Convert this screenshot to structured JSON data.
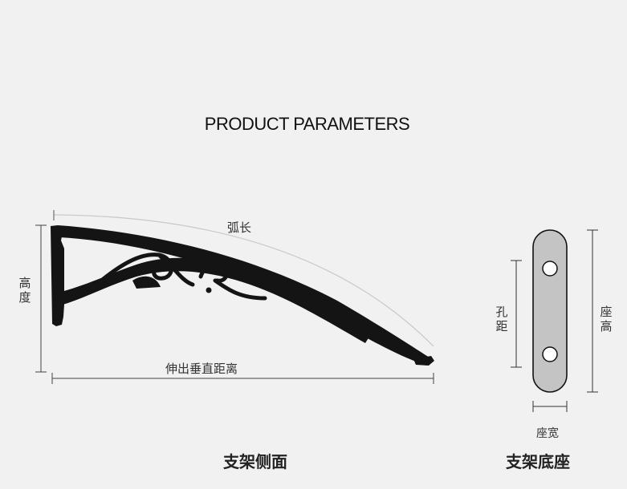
{
  "title": "PRODUCT PARAMETERS",
  "side_view": {
    "arc_length_label": "弧长",
    "height_label": "高度",
    "extension_label": "伸出垂直距离",
    "caption": "支架侧面"
  },
  "base_view": {
    "hole_spacing_label": "孔距",
    "base_height_label": "座高",
    "base_width_label": "座宽",
    "caption": "支架底座"
  },
  "colors": {
    "background": "#f1f1f1",
    "bracket": "#141414",
    "plate_fill": "#c4c4c4",
    "dimension_line": "#333333",
    "arc_line": "#c8c8c8"
  }
}
